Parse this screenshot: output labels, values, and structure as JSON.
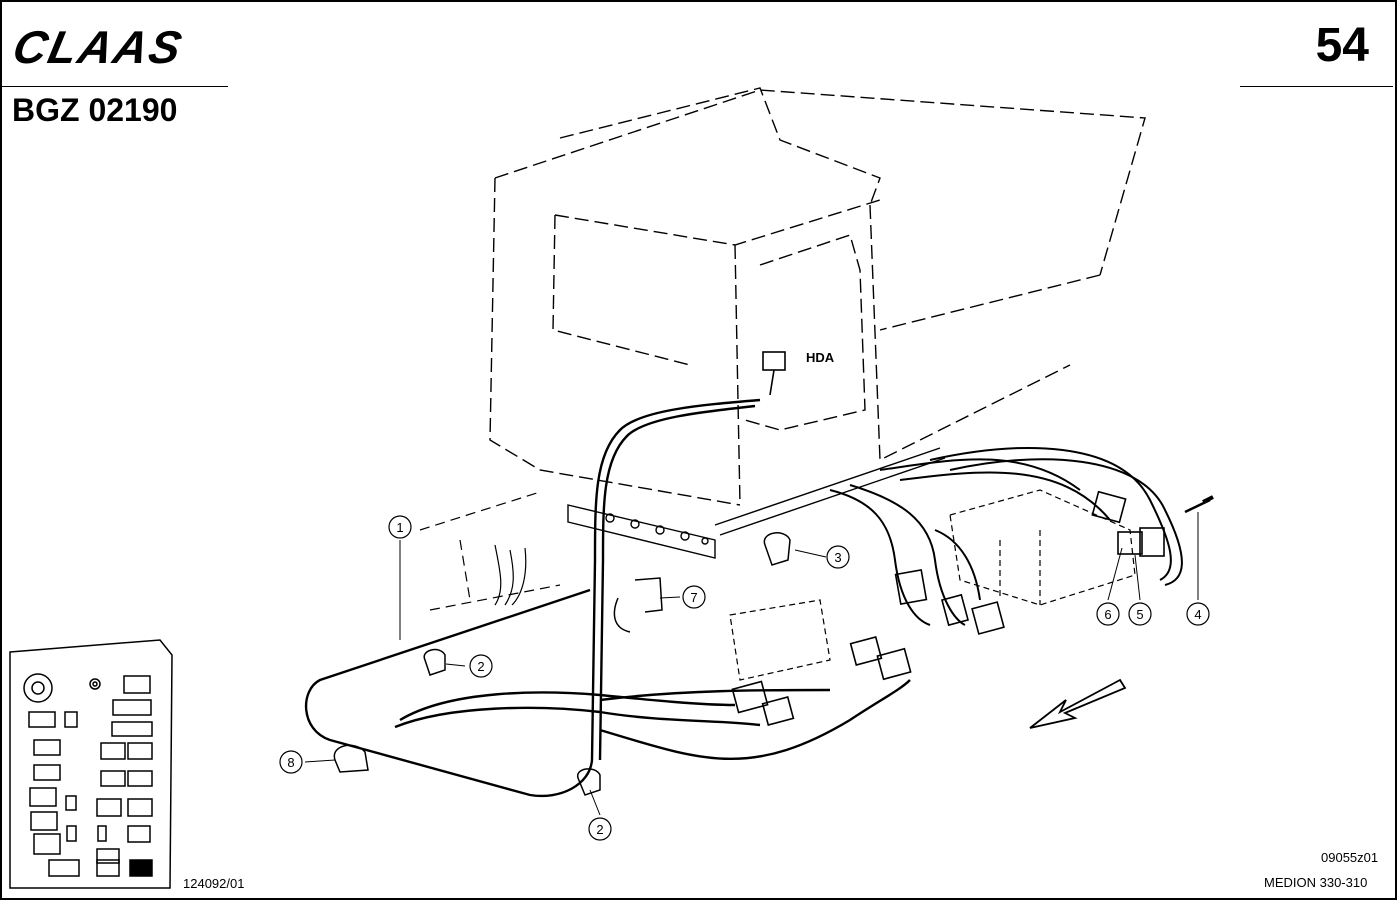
{
  "header": {
    "brand": "CLAAS",
    "doc_code": "BGZ 02190",
    "page_number": "54"
  },
  "diagram": {
    "component_label": "HDA",
    "callouts": [
      "1",
      "2",
      "3",
      "4",
      "5",
      "6",
      "7",
      "8",
      "2"
    ]
  },
  "footer": {
    "ref_number": "124092/01",
    "drawing_id": "09055z01",
    "model": "MEDION 330-310"
  }
}
